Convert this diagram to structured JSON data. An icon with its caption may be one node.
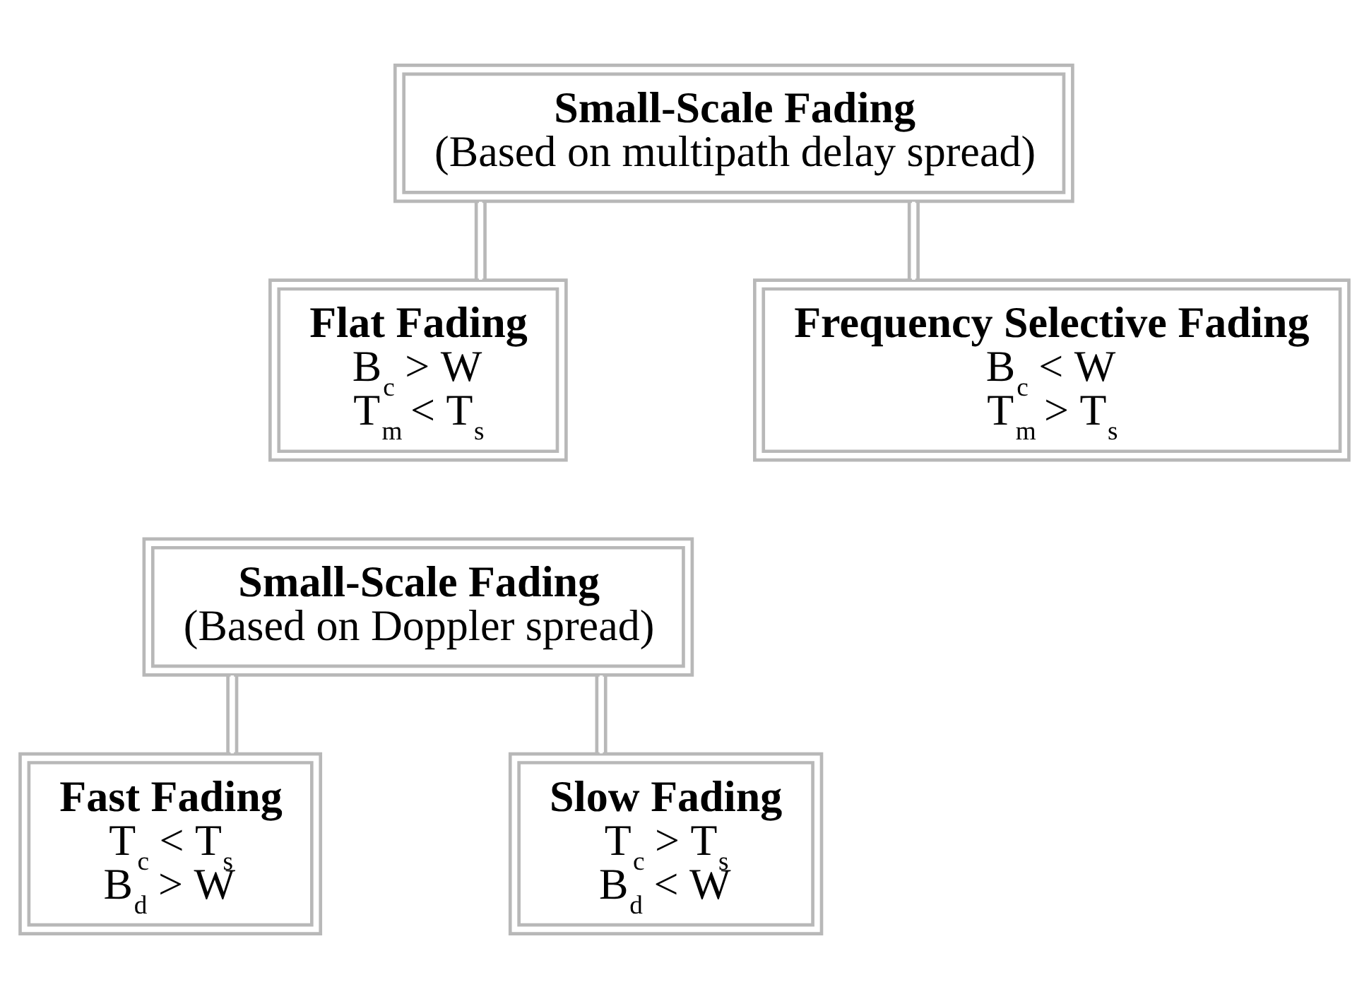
{
  "diagram": {
    "nodes": [
      {
        "text": [
          "Small-Scale Fading",
          "(Based on multipath delay spread)"
        ]
      },
      {
        "text": [
          "Flat Fading",
          "B$_{c}$ > W",
          "T$_{m}$ < T$_{s}$"
        ]
      },
      {
        "text": [
          "Frequency Selective Fading",
          "B$_{c}$ < W",
          "T$_{m}$ > T$_{s}$"
        ]
      },
      {
        "text": [
          "Small-Scale Fading",
          "(Based on Doppler spread)"
        ]
      },
      {
        "text": [
          "Fast Fading",
          "T$_{c}$ < T$_{s}$",
          "B$_{d}$ > W"
        ]
      },
      {
        "text": [
          "Slow Fading",
          "T$_{c}$ > T$_{s}$",
          "B$_{d}$ < W"
        ]
      }
    ],
    "edges": [
      {
        "from": 0,
        "to": 1,
        "arrow": "none"
      },
      {
        "from": 0,
        "to": 2,
        "arrow": "none"
      },
      {
        "from": 3,
        "to": 4,
        "arrow": "none"
      },
      {
        "from": 3,
        "to": 5,
        "arrow": "none"
      }
    ]
  }
}
